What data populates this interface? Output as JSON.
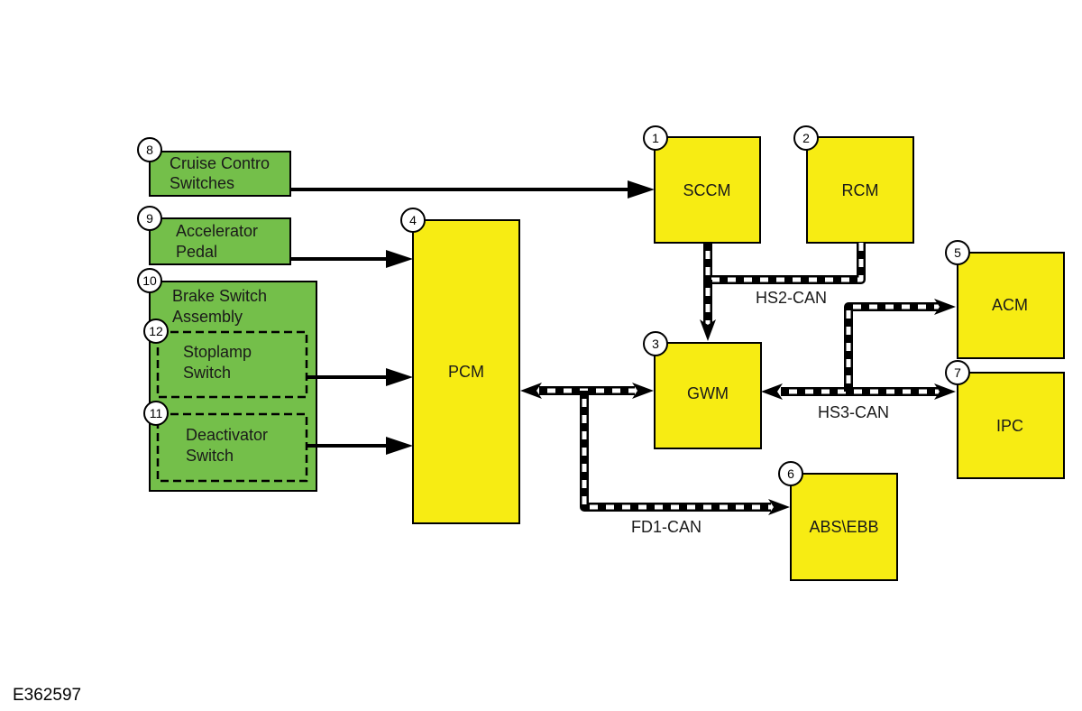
{
  "colors": {
    "module_fill": "#f7ec13",
    "input_fill": "#74bf4a",
    "stroke": "#000000",
    "background": "#ffffff"
  },
  "modules": {
    "sccm": {
      "label": "SCCM",
      "number": "1"
    },
    "rcm": {
      "label": "RCM",
      "number": "2"
    },
    "gwm": {
      "label": "GWM",
      "number": "3"
    },
    "pcm": {
      "label": "PCM",
      "number": "4"
    },
    "acm": {
      "label": "ACM",
      "number": "5"
    },
    "abs": {
      "label": "ABS\\EBB",
      "number": "6"
    },
    "ipc": {
      "label": "IPC",
      "number": "7"
    }
  },
  "inputs": {
    "cruise": {
      "line1": "Cruise Contro",
      "line2": "Switches",
      "number": "8"
    },
    "accel": {
      "line1": "Accelerator",
      "line2": "Pedal",
      "number": "9"
    },
    "brake": {
      "line1": "Brake Switch",
      "line2": "Assembly",
      "number": "10"
    },
    "deact": {
      "line1": "Deactivator",
      "line2": "Switch",
      "number": "11"
    },
    "stoplamp": {
      "line1": "Stoplamp",
      "line2": "Switch",
      "number": "12"
    }
  },
  "networks": {
    "hs2": "HS2-CAN",
    "hs3": "HS3-CAN",
    "fd1": "FD1-CAN"
  },
  "figure_ref": "E362597"
}
